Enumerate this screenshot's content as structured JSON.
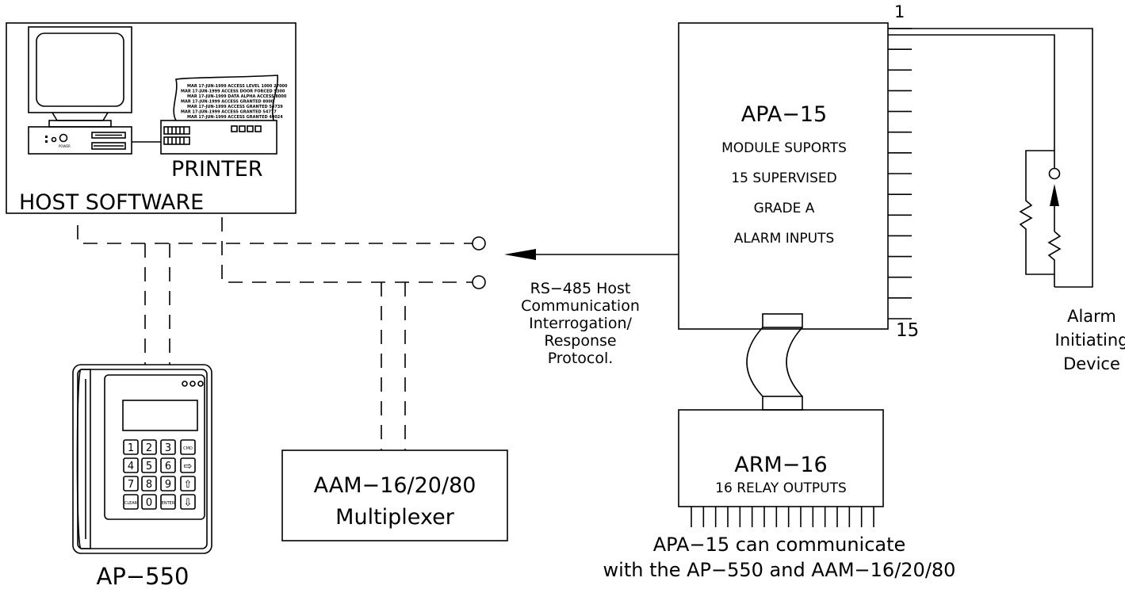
{
  "host": {
    "label": "HOST SOFTWARE",
    "printer_label": "PRINTER"
  },
  "apa": {
    "title": "APA−15",
    "lines": [
      "MODULE SUPORTS",
      "15 SUPERVISED",
      "GRADE A",
      "ALARM INPUTS"
    ],
    "input_first": "1",
    "input_last": "15"
  },
  "arm": {
    "title": "ARM−16",
    "subtitle": "16 RELAY OUTPUTS"
  },
  "aam": {
    "title": "AAM−16/20/80",
    "subtitle": "Multiplexer"
  },
  "ap": {
    "label": "AP−550",
    "keys": [
      "1",
      "2",
      "3",
      "CMD",
      "4",
      "5",
      "6",
      "⇨",
      "7",
      "8",
      "9",
      "⇧",
      "CLEAR",
      "0",
      "ENTER",
      "⇩"
    ]
  },
  "rs485": {
    "lines": [
      "RS−485 Host",
      "Communication",
      "Interrogation/",
      "Response",
      "Protocol."
    ]
  },
  "alarm_device": {
    "lines": [
      "Alarm",
      "Initiating",
      "Device"
    ]
  },
  "footer": {
    "lines": [
      "APA−15 can communicate",
      "with the AP−550 and AAM−16/20/80"
    ]
  },
  "printout_lines": [
    "MAR 17-JUN-1999 ACCESS LEVEL 1000 27000",
    "MAR 17-JUN-1999 ACCESS DOOR FORCED 5300",
    "MAR 17-JUN-1999 DATA ALPHA ACCESS 8000",
    "MAR 17-JUN-1999 ACCESS GRANTED 8000",
    "MAR 17-JUN-1999 ACCESS GRANTED 54739",
    "MAR 17-JUN-1999 ACCESS GRANTED 54777",
    "MAR 17-JUN-1999 ACCESS GRANTED 40024"
  ]
}
